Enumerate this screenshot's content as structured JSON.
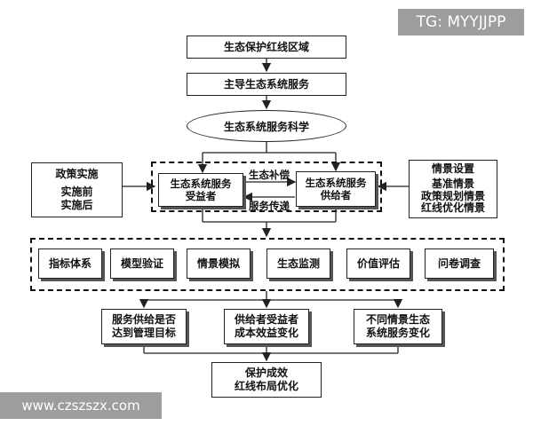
{
  "watermarks": {
    "top_right": "TG: MYYJJPP",
    "bottom_left": "www.czszszx.com"
  },
  "top": {
    "redline_area": "生态保护红线区域",
    "dominant_services": "主导生态系统服务",
    "service_science": "生态系统服务科学"
  },
  "left_panel": {
    "title": "政策实施",
    "line1": "实施前",
    "line2": "实施后"
  },
  "right_panel": {
    "title": "情景设置",
    "line1": "基准情景",
    "line2": "政策规划情景",
    "line3": "红线优化情景"
  },
  "core": {
    "beneficiary_line1": "生态系统服务",
    "beneficiary_line2": "受益者",
    "provider_line1": "生态系统服务",
    "provider_line2": "供给者",
    "compensation": "生态补偿",
    "transfer": "服务传递"
  },
  "methods": [
    "指标体系",
    "模型验证",
    "情景模拟",
    "生态监测",
    "价值评估",
    "问卷调查"
  ],
  "outcomes": [
    {
      "line1": "服务供给是否",
      "line2": "达到管理目标"
    },
    {
      "line1": "供给者受益者",
      "line2": "成本效益变化"
    },
    {
      "line1": "不同情景生态",
      "line2": "系统服务变化"
    }
  ],
  "final": {
    "line1": "保护成效",
    "line2": "红线布局优化"
  }
}
